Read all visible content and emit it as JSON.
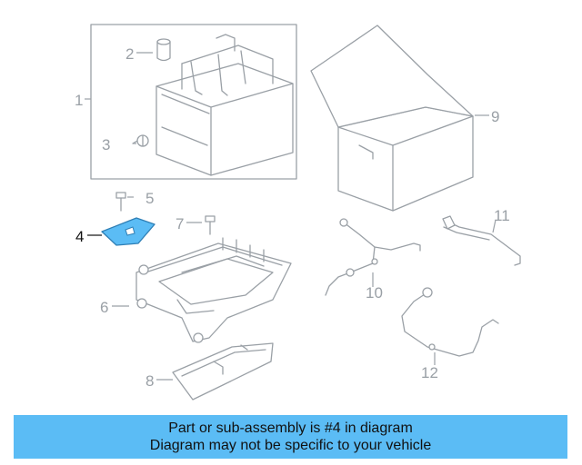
{
  "callouts": {
    "c1": "1",
    "c2": "2",
    "c3": "3",
    "c4": "4",
    "c5": "5",
    "c6": "6",
    "c7": "7",
    "c8": "8",
    "c9": "9",
    "c10": "10",
    "c11": "11",
    "c12": "12"
  },
  "highlight_color": "#5bbcf5",
  "highlighted_part": "4",
  "banner": {
    "line1": "Part or sub-assembly is #4 in diagram",
    "line2": "Diagram may not be specific to your vehicle"
  }
}
